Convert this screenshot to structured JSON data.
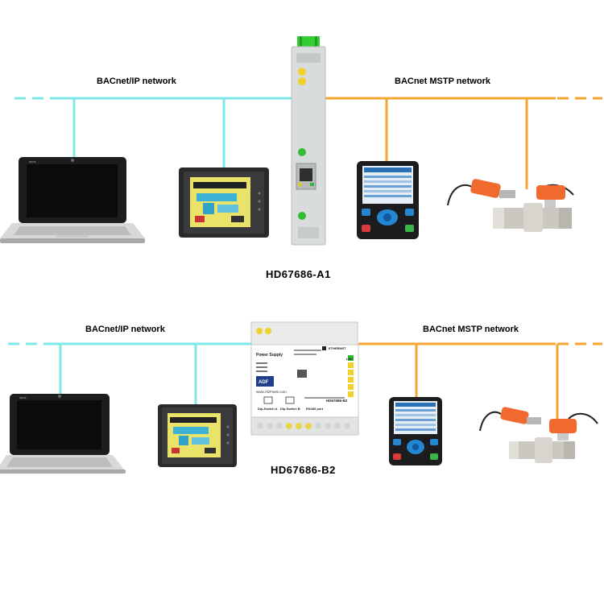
{
  "top": {
    "left_network": "BACnet/IP network",
    "right_network": "BACnet MSTP network",
    "model": "HD67686-A1"
  },
  "bottom": {
    "left_network": "BACnet/IP network",
    "right_network": "BACnet MSTP network",
    "model": "HD67686-B2",
    "device_label": {
      "power_supply": "Power Supply",
      "brand": "ADF",
      "website": "www.ADFweb.com",
      "ethernet": "ETHERNET",
      "model_code": "HD67686-B2",
      "dip_a": "Dip-Switch A",
      "dip_b": "Dip-Switch B",
      "rs485": "RS485 port",
      "led_title": "LED"
    }
  },
  "colors": {
    "bacnet_ip": "#7de8ea",
    "bacnet_mstp": "#f5a630",
    "gateway_body": "#d9dcdc",
    "gateway_connector": "#33cc33",
    "actuator": "#f06a30"
  },
  "icons": [
    "laptop-icon",
    "hmi-panel-icon",
    "gateway-din-icon",
    "handheld-controller-icon",
    "valve-actuator-icon"
  ]
}
